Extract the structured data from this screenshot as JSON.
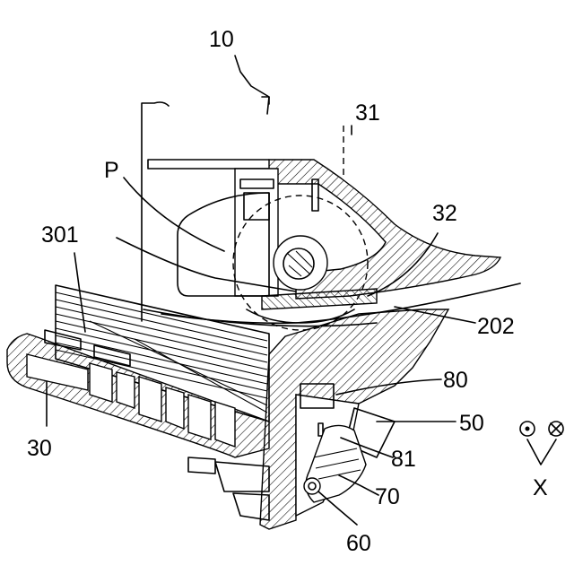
{
  "labels": {
    "l10": "10",
    "l31": "31",
    "lP": "P",
    "l32": "32",
    "l301": "301",
    "l202": "202",
    "l80": "80",
    "l50": "50",
    "l30": "30",
    "l81": "81",
    "l70": "70",
    "l60": "60",
    "lX": "X"
  }
}
